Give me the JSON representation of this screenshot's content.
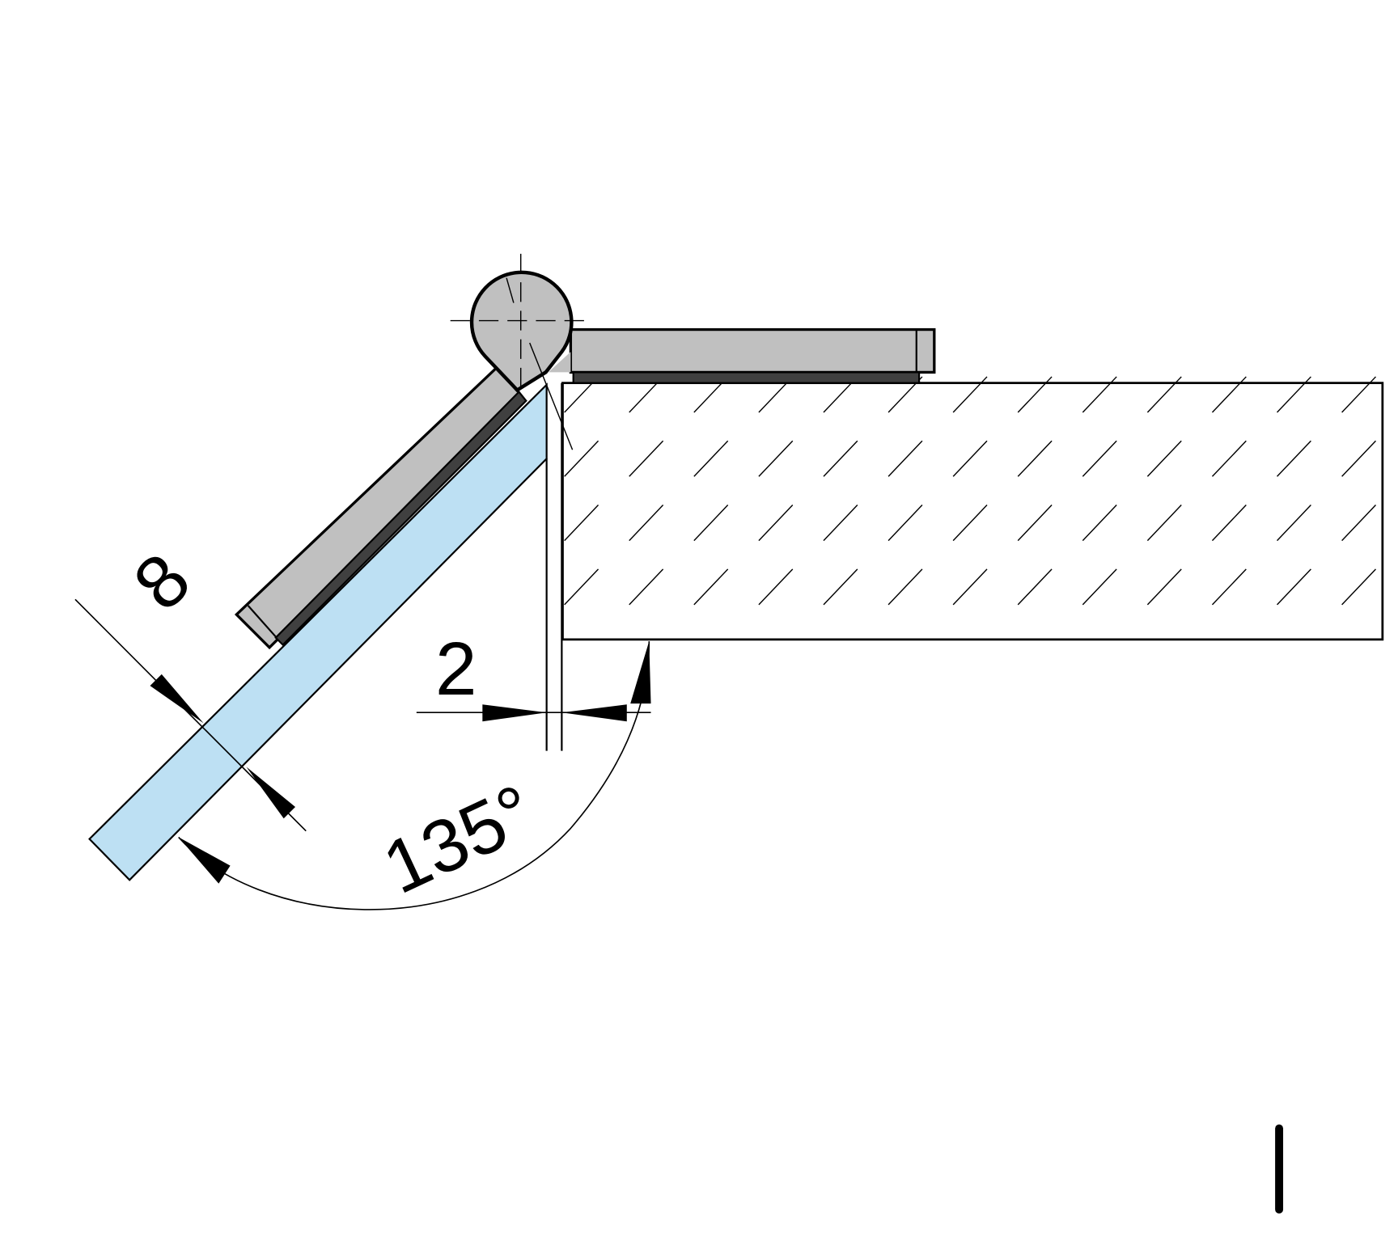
{
  "drawing": {
    "dimensions": {
      "glass_thickness": "8",
      "gap": "2",
      "opening_angle": "135°"
    },
    "colors": {
      "glass": "#bde0f3",
      "hinge_metal": "#c0c0c0",
      "gasket": "#404040",
      "line": "#000000"
    }
  }
}
